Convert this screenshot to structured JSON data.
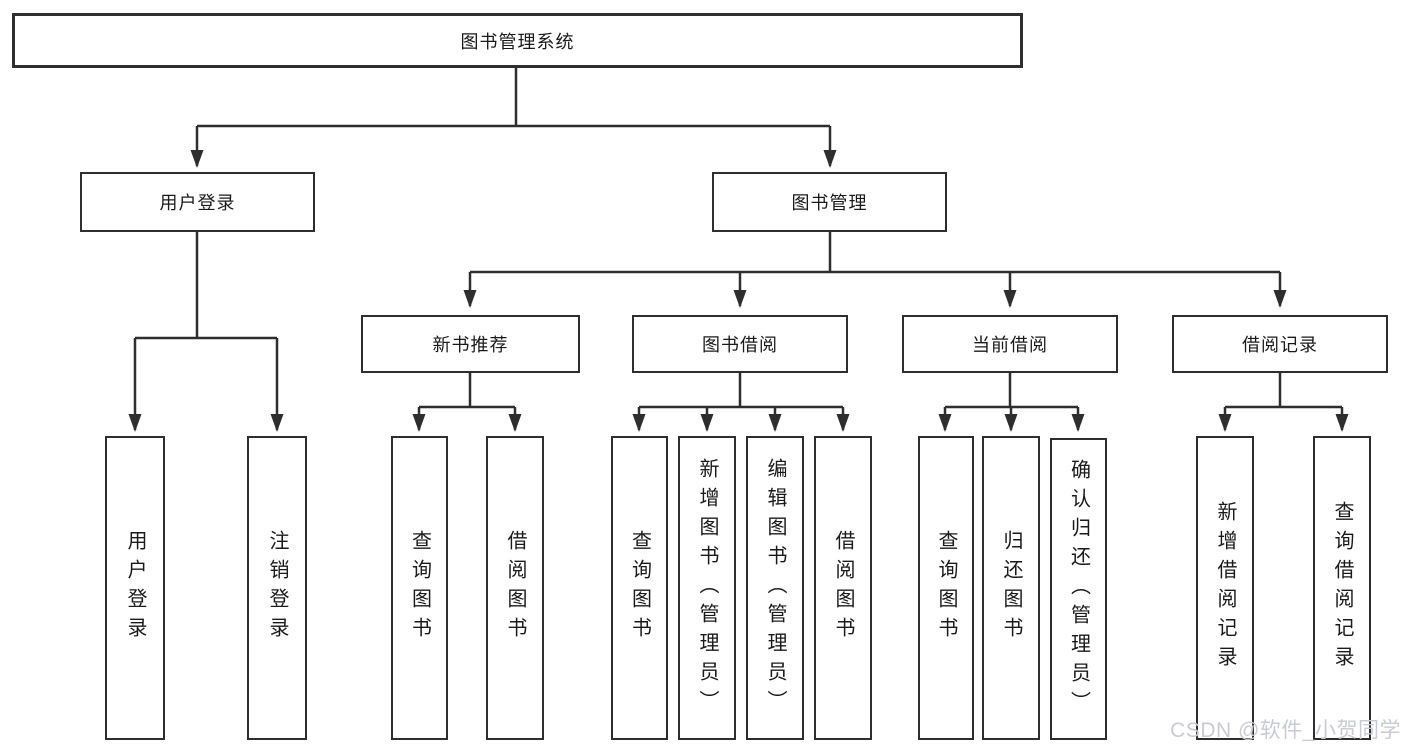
{
  "diagram": {
    "title": "图书管理系统",
    "level2": [
      "用户登录",
      "图书管理"
    ],
    "level3": [
      "新书推荐",
      "图书借阅",
      "当前借阅",
      "借阅记录"
    ],
    "leaves": {
      "user_login": [
        "用户登录",
        "注销登录"
      ],
      "new_book_recommend": [
        "查询图书",
        "借阅图书"
      ],
      "book_borrow": [
        "查询图书",
        "新增图书（管理员）",
        "编辑图书（管理员）",
        "借阅图书"
      ],
      "current_borrow": [
        "查询图书",
        "归还图书",
        "确认归还（管理员）"
      ],
      "borrow_records": [
        "新增借阅记录",
        "查询借阅记录"
      ]
    },
    "colors": {
      "line": "#2e2e2e",
      "box_border": "#2e2e2e",
      "box_fill": "#ffffff",
      "text": "#1a1a1a",
      "watermark": "#c9cbd1"
    }
  },
  "watermark": "CSDN @软件_小贺同学"
}
